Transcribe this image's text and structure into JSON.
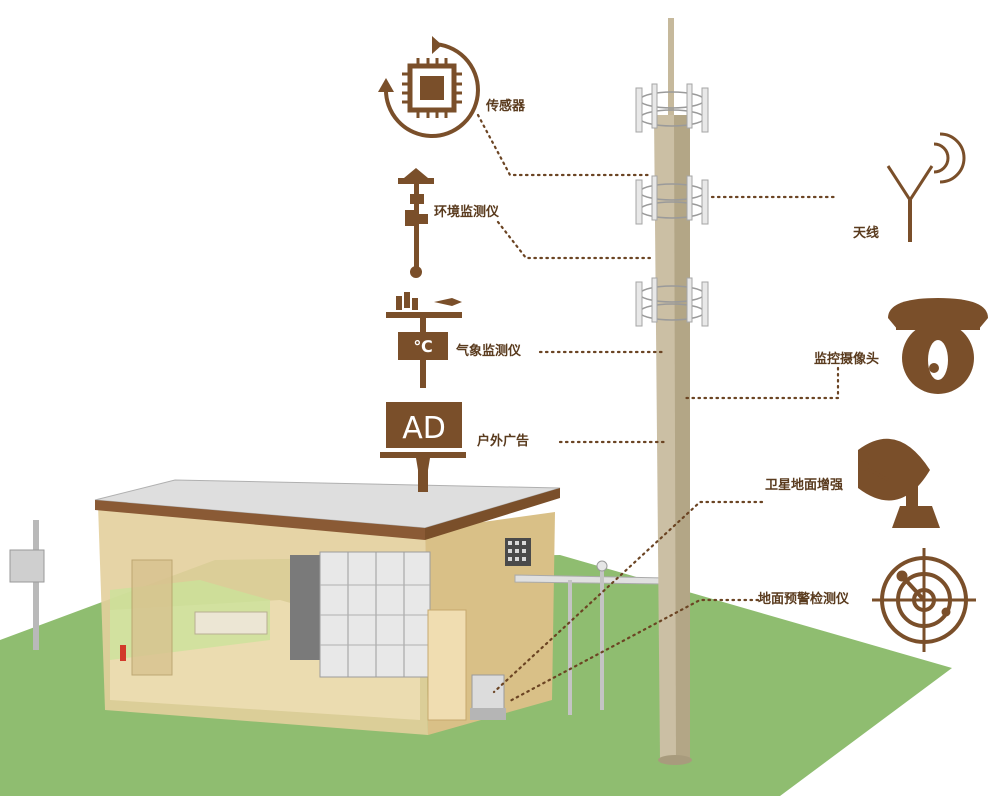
{
  "colors": {
    "brown": "#7a4f2a",
    "label": "#5a3b1e",
    "ground": "#8fbd70",
    "tower": "#c8bba0",
    "dots": "#6b4423"
  },
  "labels": {
    "sensor": "传感器",
    "env_monitor": "环境监测仪",
    "weather_monitor": "气象监测仪",
    "outdoor_ad": "户外广告",
    "antenna": "天线",
    "camera": "监控摄像头",
    "satellite": "卫星地面增强",
    "ground_warning": "地面预警检测仪"
  },
  "icons": {
    "sensor": "chip-cycle-icon",
    "env_monitor": "environment-monitor-icon",
    "weather_monitor": "weather-station-icon",
    "outdoor_ad": "billboard-icon",
    "antenna": "antenna-icon",
    "camera": "dome-camera-icon",
    "satellite": "satellite-dish-icon",
    "ground_warning": "radar-icon"
  },
  "icon_text": {
    "celsius": "℃",
    "ad": "AD"
  }
}
